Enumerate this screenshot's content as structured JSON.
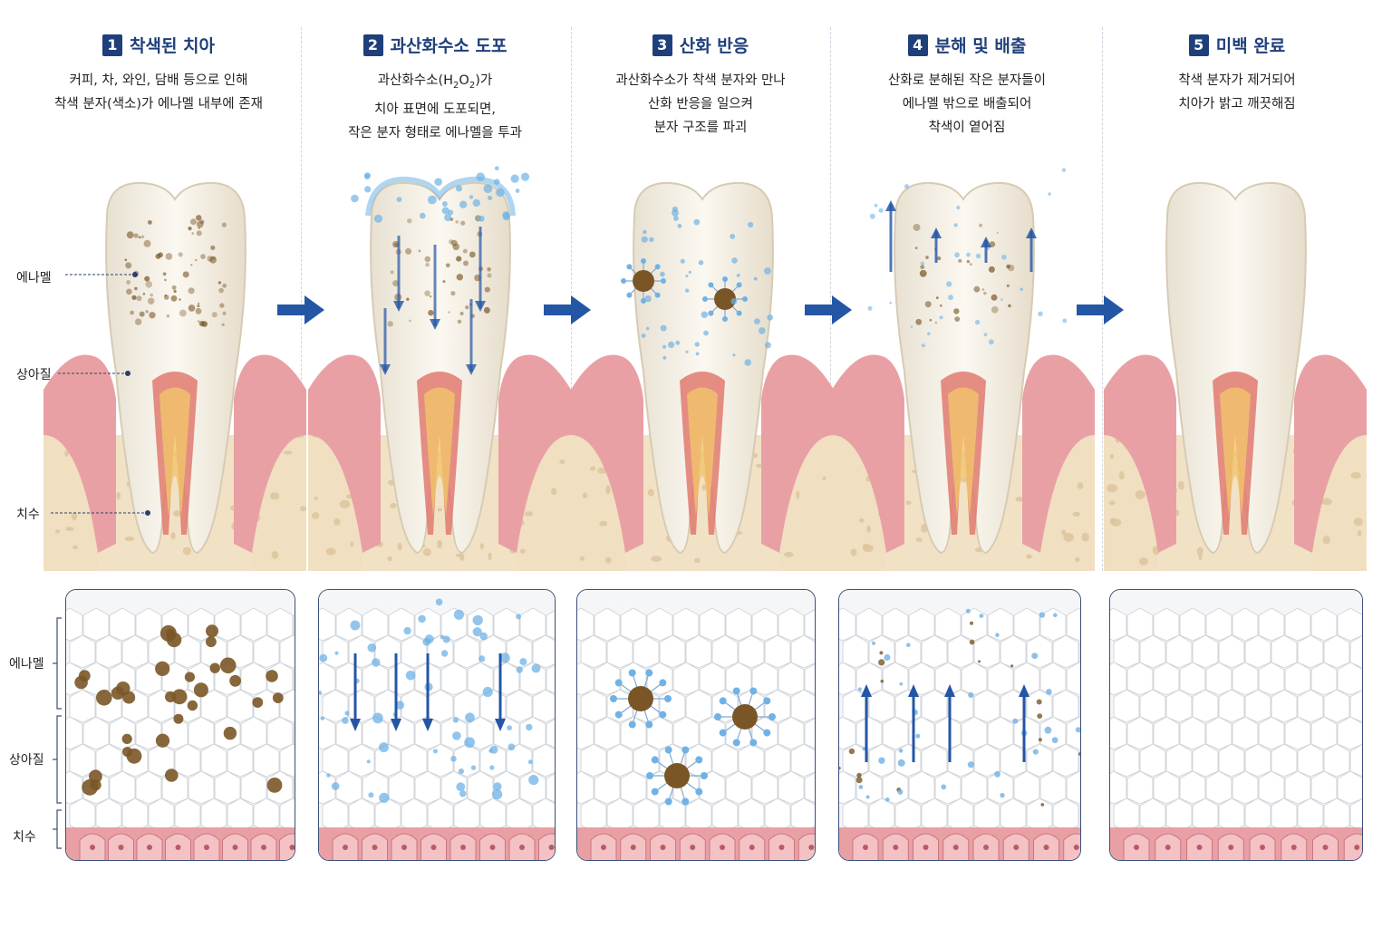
{
  "steps": [
    {
      "number": "1",
      "title": "착색된 치아",
      "desc_lines": [
        "커피, 차, 와인, 담배 등으로 인해",
        "착색 분자(색소)가 에나멜 내부에 존재"
      ],
      "state": "stained"
    },
    {
      "number": "2",
      "title": "과산화수소 도포",
      "desc_line1_pre": "과산화수소(H",
      "desc_line1_sub1": "2",
      "desc_line1_mid": "O",
      "desc_line1_sub2": "2",
      "desc_line1_post": ")가",
      "desc_lines": [
        "치아 표면에 도포되면,",
        "작은 분자 형태로 에나멜을 투과"
      ],
      "state": "applied"
    },
    {
      "number": "3",
      "title": "산화 반응",
      "desc_lines": [
        "과산화수소가 착색 분자와 만나",
        "산화 반응을 일으켜",
        "분자 구조를 파괴"
      ],
      "state": "oxidation"
    },
    {
      "number": "4",
      "title": "분해 및 배출",
      "desc_lines": [
        "산화로 분해된 작은 분자들이",
        "에나멜 밖으로 배출되어",
        "착색이 옅어짐"
      ],
      "state": "release"
    },
    {
      "number": "5",
      "title": "미백 완료",
      "desc_lines": [
        "착색 분자가 제거되어",
        "치아가 밝고 깨끗해짐"
      ],
      "state": "clean"
    }
  ],
  "tooth_labels": {
    "enamel": "에나멜",
    "dentin": "상아질",
    "pulp": "치수"
  },
  "micro_labels": {
    "enamel": "에나멜",
    "dentin": "상아질",
    "pulp": "치수"
  },
  "colors": {
    "accent": "#1f3f7a",
    "arrow": "#2456a6",
    "stain": "#7a5626",
    "peroxide": "#6fb2e6",
    "gum": "#e9a0a4",
    "bone": "#f0dfc0"
  }
}
